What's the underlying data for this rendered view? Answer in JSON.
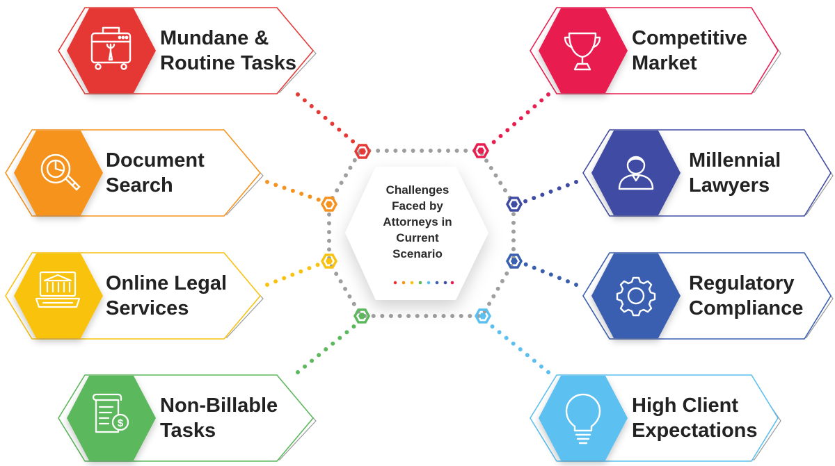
{
  "center": {
    "title_lines": [
      "Challenges",
      "Faced by",
      "Attorneys in",
      "Current",
      "Scenario"
    ]
  },
  "items": [
    {
      "id": "mundane",
      "lines": [
        "Mundane &",
        "Routine Tasks"
      ],
      "color": "#e53935",
      "icon": "toolbox-icon"
    },
    {
      "id": "competitive",
      "lines": [
        "Competitive",
        "Market"
      ],
      "color": "#e91e50",
      "icon": "trophy-icon"
    },
    {
      "id": "document",
      "lines": [
        "Document",
        "Search"
      ],
      "color": "#f5931e",
      "icon": "document-search-icon"
    },
    {
      "id": "millennial",
      "lines": [
        "Millennial",
        "Lawyers"
      ],
      "color": "#3f4ba3",
      "icon": "person-icon"
    },
    {
      "id": "online",
      "lines": [
        "Online Legal",
        "Services"
      ],
      "color": "#f9c20f",
      "icon": "courthouse-laptop-icon"
    },
    {
      "id": "regulatory",
      "lines": [
        "Regulatory",
        "Compliance"
      ],
      "color": "#3a5fb0",
      "icon": "gear-icon"
    },
    {
      "id": "nonbillable",
      "lines": [
        "Non-Billable",
        "Tasks"
      ],
      "color": "#5cb85c",
      "icon": "invoice-dollar-icon"
    },
    {
      "id": "highclient",
      "lines": [
        "High Client",
        "Expectations"
      ],
      "color": "#5bc0f0",
      "icon": "lightbulb-icon"
    }
  ]
}
